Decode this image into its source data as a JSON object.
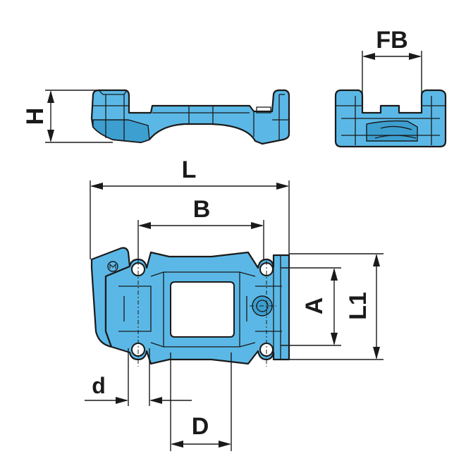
{
  "dimensions": {
    "H": "H",
    "FB": "FB",
    "L": "L",
    "B": "B",
    "A": "A",
    "L1": "L1",
    "d": "d",
    "D": "D"
  },
  "colors": {
    "part_fill": "#5bb8e6",
    "outline": "#1a1a1a",
    "background": "#ffffff"
  }
}
